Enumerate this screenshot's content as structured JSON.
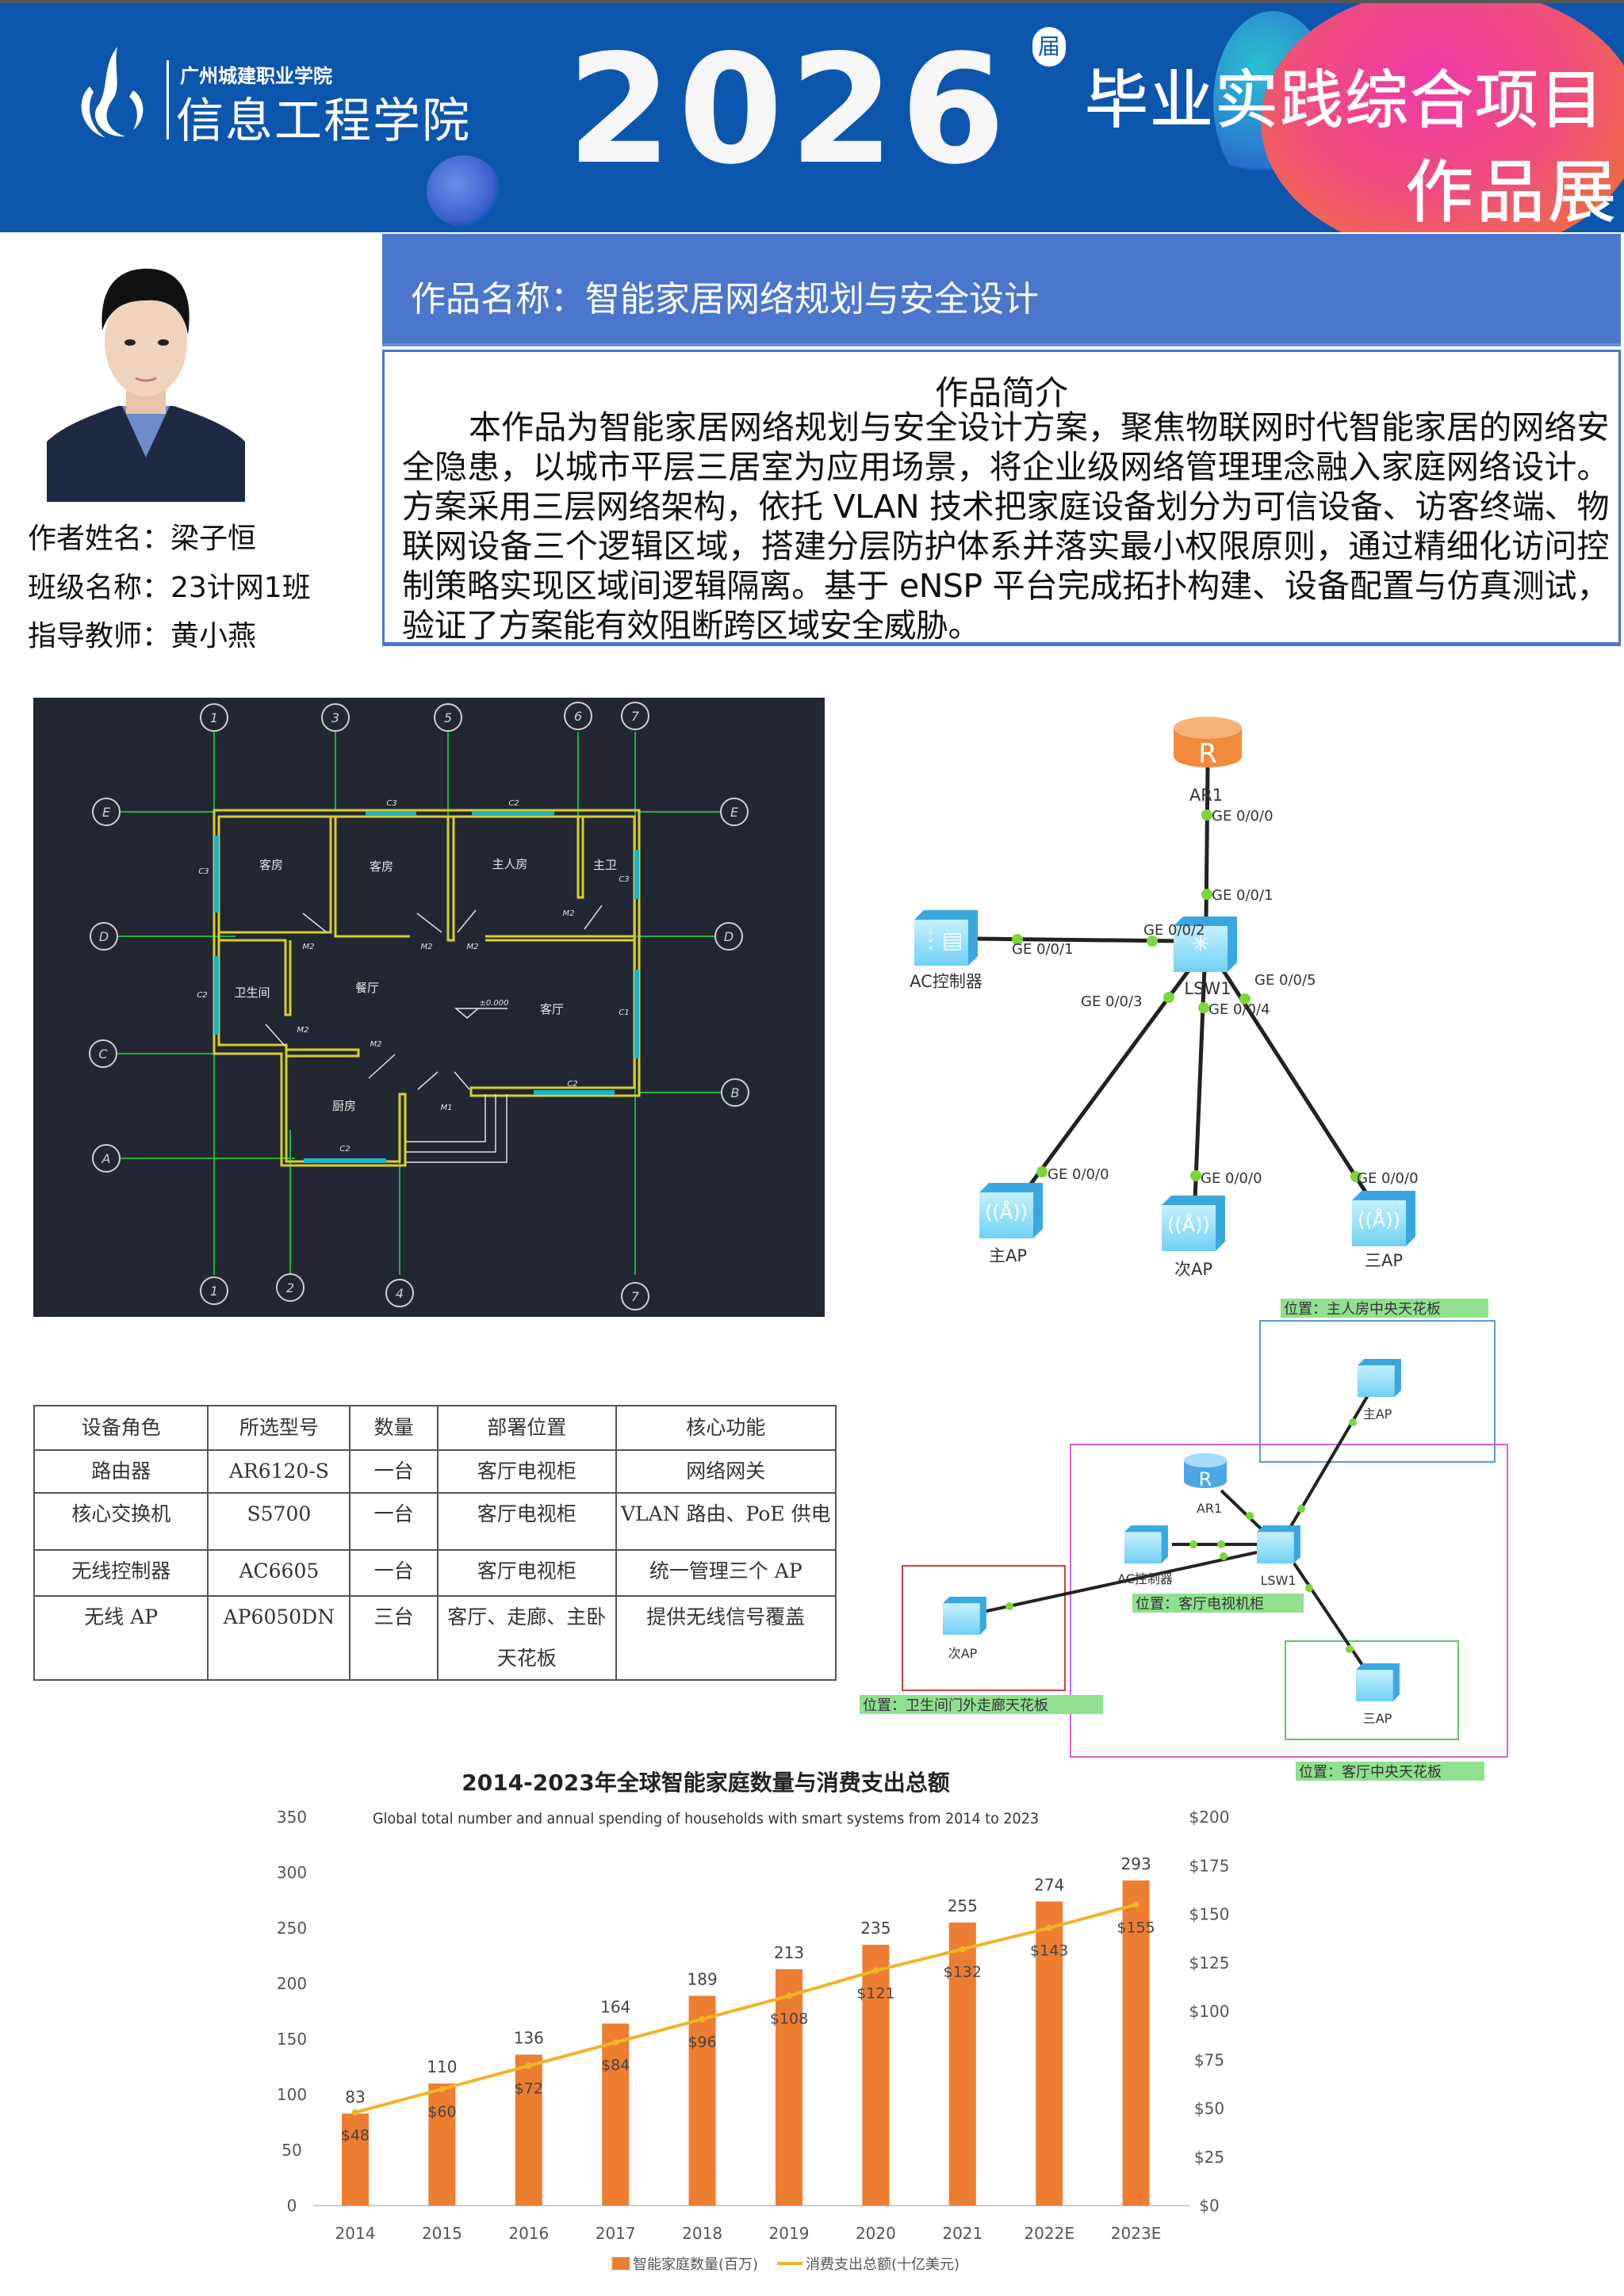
{
  "header": {
    "school_name": "广州城建职业学院",
    "college_name": "信息工程学院",
    "year": "2026",
    "year_suffix": "届",
    "project_title": "毕业实践综合项目",
    "exhibition": "作品展"
  },
  "author": {
    "name_label": "作者姓名：梁子恒",
    "class_label": "班级名称：23计网1班",
    "teacher_label": "指导教师：黄小燕"
  },
  "work": {
    "title": "作品名称：智能家居网络规划与安全设计",
    "intro_heading": "作品简介",
    "intro_text": "本作品为智能家居网络规划与安全设计方案，聚焦物联网时代智能家居的网络安全隐患，以城市平层三居室为应用场景，将企业级网络管理理念融入家庭网络设计。方案采用三层网络架构，依托 VLAN 技术把家庭设备划分为可信设备、访客终端、物联网设备三个逻辑区域，搭建分层防护体系并落实最小权限原则，通过精细化访问控制策略实现区域间逻辑隔离。基于 eNSP 平台完成拓扑构建、设备配置与仿真测试，验证了方案能有效阻断跨区域安全威胁。"
  },
  "floorplan": {
    "axis_labels": {
      "col1": "1",
      "col2": "2",
      "col3": "3",
      "col4": "4",
      "col5": "5",
      "col6": "6",
      "col7": "7",
      "rowA": "A",
      "rowB": "B",
      "rowC": "C",
      "rowD": "D",
      "rowE": "E"
    },
    "rooms": {
      "guest1": "客房",
      "guest2": "客房",
      "master": "主人房",
      "master_bath": "主卫",
      "bathroom": "卫生间",
      "dining": "餐厅",
      "living": "客厅",
      "kitchen": "厨房"
    },
    "marks": {
      "c1": "C1",
      "c2": "C2",
      "c3": "C3",
      "m1": "M1",
      "m2": "M2",
      "level": "±0.000"
    }
  },
  "topology1": {
    "router": "AR1",
    "switch": "LSW1",
    "ac": "AC控制器",
    "ap1": "主AP",
    "ap2": "次AP",
    "ap3": "三AP",
    "ports": {
      "r_ge000": "GE 0/0/0",
      "s_ge001": "GE 0/0/1",
      "s_ge002": "GE 0/0/2",
      "ac_ge001": "GE 0/0/1",
      "s_ge003": "GE 0/0/3",
      "s_ge004": "GE 0/0/4",
      "s_ge005": "GE 0/0/5",
      "ap1_ge": "GE 0/0/0",
      "ap2_ge": "GE 0/0/0",
      "ap3_ge": "GE 0/0/0"
    }
  },
  "topology2": {
    "router": "AR1",
    "switch": "LSW1",
    "ac": "AC控制器",
    "ap1": "主AP",
    "ap2": "次AP",
    "ap3": "三AP",
    "loc_master": "位置：主人房中央天花板",
    "loc_tv": "位置：客厅电视机柜",
    "loc_corridor": "位置：卫生间门外走廊天花板",
    "loc_living": "位置：客厅中央天花板"
  },
  "table": {
    "headers": [
      "设备角色",
      "所选型号",
      "数量",
      "部署位置",
      "核心功能"
    ],
    "rows": [
      [
        "路由器",
        "AR6120-S",
        "一台",
        "客厅电视柜",
        "网络网关"
      ],
      [
        "核心交换机",
        "S5700",
        "一台",
        "客厅电视柜",
        "VLAN 路由、PoE 供电"
      ],
      [
        "无线控制器",
        "AC6605",
        "一台",
        "客厅电视柜",
        "统一管理三个 AP"
      ],
      [
        "无线 AP",
        "AP6050DN",
        "三台",
        "客厅、走廊、主卧天花板",
        "提供无线信号覆盖"
      ]
    ]
  },
  "chart_data": {
    "type": "bar",
    "title": "2014-2023年全球智能家庭数量与消费支出总额",
    "subtitle": "Global total number and  annual spending of households with smart systems from 2014 to 2023",
    "categories": [
      "2014",
      "2015",
      "2016",
      "2017",
      "2018",
      "2019",
      "2020",
      "2021",
      "2022E",
      "2023E"
    ],
    "series": [
      {
        "name": "智能家庭数量(百万)",
        "type": "bar",
        "axis": "left",
        "color": "#ed7d31",
        "values": [
          83,
          110,
          136,
          164,
          189,
          213,
          235,
          255,
          274,
          293
        ],
        "labels": [
          "83",
          "110",
          "136",
          "164",
          "189",
          "213",
          "235",
          "255",
          "274",
          "293"
        ]
      },
      {
        "name": "消费支出总额(十亿美元)",
        "type": "line",
        "axis": "right",
        "color": "#f0b429",
        "values": [
          48,
          60,
          72,
          84,
          96,
          108,
          121,
          132,
          143,
          155
        ],
        "labels": [
          "$48",
          "$60",
          "$72",
          "$84",
          "$96",
          "$108",
          "$121",
          "$132",
          "$143",
          "$155"
        ]
      }
    ],
    "ylim_left": [
      0,
      350
    ],
    "yticks_left": [
      "0",
      "50",
      "100",
      "150",
      "200",
      "250",
      "300",
      "350"
    ],
    "ylim_right": [
      0,
      200
    ],
    "yticks_right": [
      "$0",
      "$25",
      "$50",
      "$75",
      "$100",
      "$125",
      "$150",
      "$175",
      "$200"
    ],
    "legend": "bottom",
    "grid": false
  }
}
